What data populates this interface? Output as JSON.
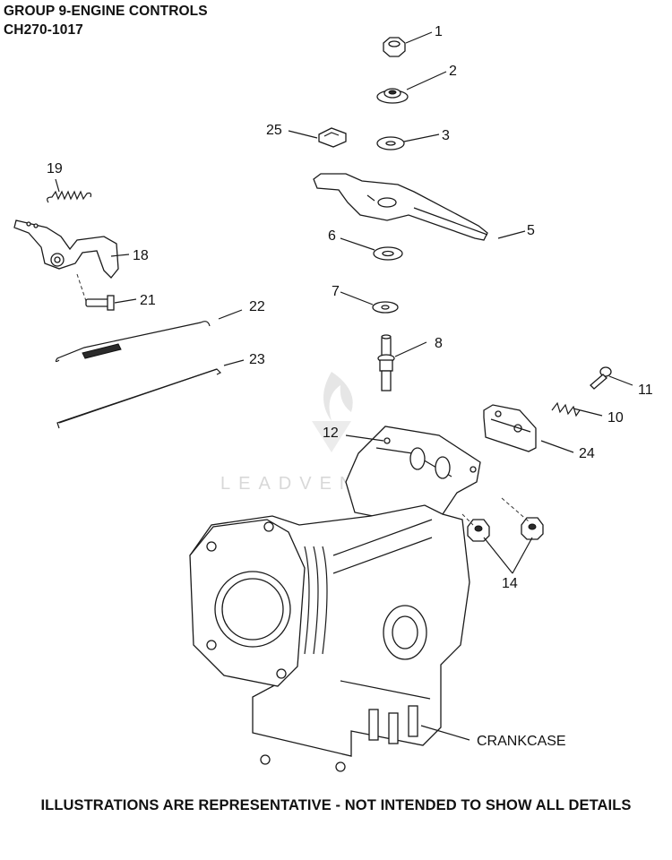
{
  "header": {
    "title": "GROUP 9-ENGINE CONTROLS",
    "subtitle": "CH270-1017"
  },
  "callouts": {
    "c1": "1",
    "c2": "2",
    "c3": "3",
    "c5": "5",
    "c6": "6",
    "c7": "7",
    "c8": "8",
    "c10": "10",
    "c11": "11",
    "c12": "12",
    "c14": "14",
    "c18": "18",
    "c19": "19",
    "c21": "21",
    "c22": "22",
    "c23": "23",
    "c24": "24",
    "c25": "25",
    "crankcase": "CRANKCASE"
  },
  "watermark": "LEADVENTURE",
  "footer": "ILLUSTRATIONS ARE REPRESENTATIVE - NOT INTENDED TO SHOW ALL DETAILS"
}
